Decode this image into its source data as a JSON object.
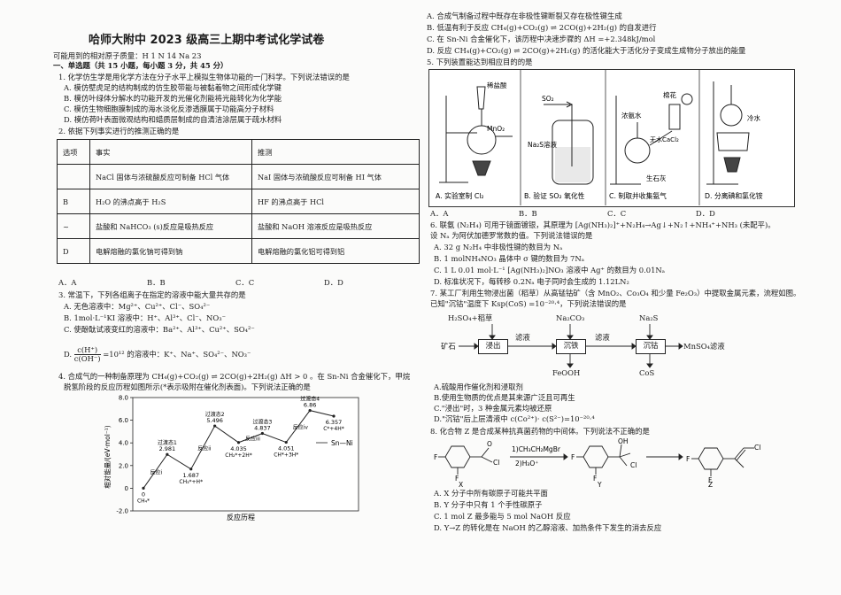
{
  "title": "哈师大附中 2023 级高三上期中考试化学试卷",
  "atomic_masses": "可能用到的相对原子质量：H 1   N 14   Na 23",
  "section1": "一、单选题（共 15 小题，每小题 3 分，共 45 分）",
  "q1": {
    "stem": "1. 化学仿生学是用化学方法在分子水平上模拟生物体功能的一门科学。下列说法错误的是",
    "A": "A. 模仿壁虎足的结构制成的仿生胶带能与被黏着物之间形成化学键",
    "B": "B. 模仿叶绿体分解水的功能开发的光催化剂能将光能转化为化学能",
    "C": "C. 模仿生物细胞膜制成的海水淡化反渗透膜属于功能高分子材料",
    "D": "D. 模仿荷叶表面微观结构和蜡质层制成的自清洁涂层属于疏水材料"
  },
  "q2": {
    "stem": "2. 依据下列事实进行的推测正确的是",
    "header": [
      "选项",
      "事实",
      "推测"
    ],
    "rows": [
      [
        "",
        "NaCl 固体与浓硫酸反应可制备 HCl 气体",
        "NaI 固体与浓硫酸反应可制备 HI 气体"
      ],
      [
        "B",
        "H₂O 的沸点高于 H₂S",
        "HF 的沸点高于 HCl"
      ],
      [
        "~",
        "盐酸和 NaHCO₃ (s)反应是吸热反应",
        "盐酸和 NaOH 溶液反应是吸热反应"
      ],
      [
        "D",
        "电解熔融的氯化钠可得到钠",
        "电解熔融的氯化铝可得到铝"
      ]
    ],
    "options": [
      "A．A",
      "B．B",
      "C．C",
      "D．D"
    ]
  },
  "q3": {
    "stem": "3. 常温下，下列各组离子在指定的溶液中能大量共存的是",
    "A": "A. 无色溶液中：Mg²⁺、Cu²⁺、Cl⁻、SO₄²⁻",
    "B": "B. 1mol·L⁻¹KI 溶液中：H⁺、Al³⁺、Cl⁻、NO₃⁻",
    "C": "C. 使酚酞试液变红的溶液中：Ba²⁺、Al³⁺、Cu²⁺、SO₄²⁻",
    "D_prefix": "D.",
    "D_num": "c(H⁺)",
    "D_den": "c(OH⁻)",
    "D_suffix": "=10¹² 的溶液中：K⁺、Na⁺、SO₄²⁻、NO₃⁻"
  },
  "q4": {
    "stem1": "4. 合成气的一种制备原理为 CH₄(g)+CO₂(g) ⇌ 2CO(g)+2H₂(g)    ΔH > 0 。在 Sn-Ni 合金催化下，甲烷",
    "stem2": "脱氢阶段的反应历程如图所示(*表示吸附在催化剂表面)。下列说法正确的是",
    "chart": {
      "ylabel": "相对能量/(eV·mol⁻¹)",
      "xlabel": "反应历程",
      "legend": "Sn—Ni",
      "yticks": [
        "8.0",
        "6.0",
        "4.0",
        "2.0",
        "0",
        "-2.0"
      ]
    },
    "A": "A. 合成气制备过程中既存在非极性键断裂又存在极性键生成",
    "B": "B. 低温有利于反应 CH₄(g)+CO₂(g) ⇌ 2CO(g)+2H₂(g) 的自发进行",
    "C": "C. 在 Sn-Ni 合金催化下，该历程中决速步骤的 ΔH =+2.348kJ/mol",
    "D": "D. 反应 CH₄(g)+CO₂(g) ⇌ 2CO(g)+2H₂(g) 的活化能大于活化分子变成生成物分子放出的能量"
  },
  "chart_data": {
    "type": "line",
    "ylabel": "相对能量/(eV·mol⁻¹)",
    "xlabel": "反应历程",
    "ylim": [
      -2.0,
      8.0
    ],
    "series": [
      {
        "name": "Sn—Ni",
        "levels": [
          {
            "label": "CH₄*",
            "value": 0
          },
          {
            "label": "过渡态1",
            "value": 2.981
          },
          {
            "label": "CH₃*+H*",
            "value": 1.687
          },
          {
            "label": "过渡态2",
            "value": 5.496
          },
          {
            "label": "CH₂*+2H*",
            "value": 4.035
          },
          {
            "label": "过渡态3",
            "value": 4.837
          },
          {
            "label": "CH*+3H*",
            "value": 4.051
          },
          {
            "label": "过渡态4",
            "value": 6.86
          },
          {
            "label": "C*+4H*",
            "value": 6.357
          }
        ]
      }
    ],
    "step_labels": [
      "反应i",
      "反应ii",
      "反应iii",
      "反应iv"
    ]
  },
  "q5": {
    "stem": "5. 下列装置能达到相应目的的是",
    "captions": [
      "A. 实验室制 Cl₂",
      "B. 验证 SO₂ 氧化性",
      "C. 制取并收集氨气",
      "D. 分离碘和氯化铵"
    ],
    "labels": {
      "hcl": "稀盐酸",
      "mno2": "MnO₂",
      "so2": "SO₂",
      "na2s": "Na₂S溶液",
      "nh3": "浓氨水",
      "cotton": "棉花",
      "cacl2": "无水CaCl₂",
      "lime": "生石灰",
      "cold": "冷水"
    },
    "options": [
      "A．A",
      "B．B",
      "C．C",
      "D．D"
    ]
  },
  "q6": {
    "stem1": "6. 联氨 (N₂H₄) 可用于镜面镀银，其原理为 [Ag(NH₃)₂]⁺+N₂H₄→Ag↓+N₂↑+NH₄⁺+NH₃ (未配平)。",
    "stem2": "设 Nₐ 为阿伏加德罗常数的值。下列说法错误的是",
    "A": "A. 32 g N₂H₄ 中非极性键的数目为 Nₐ",
    "B": "B. 1 molNH₄NO₃ 晶体中 σ 键的数目为 7Nₐ",
    "C": "C. 1 L 0.01 mol·L⁻¹ [Ag(NH₃)₂]NO₃ 溶液中 Ag⁺ 的数目为 0.01Nₐ",
    "D": "D. 标准状况下，每转移 0.2Nₐ 电子同时会生成的 1.12LN₂"
  },
  "q7": {
    "stem1": "7. 某工厂利用生物浸出菌（稻草）从高锰钴矿（含 MnO₂、Co₃O₄ 和少量 Fe₂O₃）中提取金属元素，流程如图。",
    "stem2": "已知\"沉钴\"温度下 Ksp(CoS) =10⁻²⁰·⁴，下列说法错误的是",
    "flow": {
      "reagent1": "H₂SO₄+稻草",
      "reagent2": "Na₂CO₃",
      "reagent3": "Na₂S",
      "ore": "矿石",
      "leach": "浸出",
      "filtrate": "滤液",
      "iron": "沉铁",
      "filtrate2": "滤液",
      "cobalt": "沉钴",
      "product": "MnSO₄滤液",
      "feooh": "FeOOH",
      "cos": "CoS"
    },
    "A": "A.硫酸用作催化剂和浸取剂",
    "B": "B.使用生物质的优点是其来源广泛且可再生",
    "C": "C.\"浸出\"时，3 种金属元素均被还原",
    "D": "D.\"沉钴\"后上层清液中 c(Co²⁺)· c(S²⁻)=10⁻²⁰·⁴"
  },
  "q8": {
    "stem": "8. 化合物 Z 是合成某种抗真菌药物的中间体。下列说法不正确的是",
    "reagent_top": "1)CH₃CH₂MgBr",
    "reagent_bottom": "2)H₃O⁺",
    "labels": [
      "X",
      "Y",
      "Z"
    ],
    "A": "A. X 分子中所有碳原子可能共平面",
    "B": "B. Y 分子中只有 1 个手性碳原子",
    "C": "C. 1 mol Z 最多能与 5 mol NaOH 反应",
    "D": "D. Y→Z 的转化是在 NaOH 的乙醇溶液、加热条件下发生的消去反应"
  }
}
